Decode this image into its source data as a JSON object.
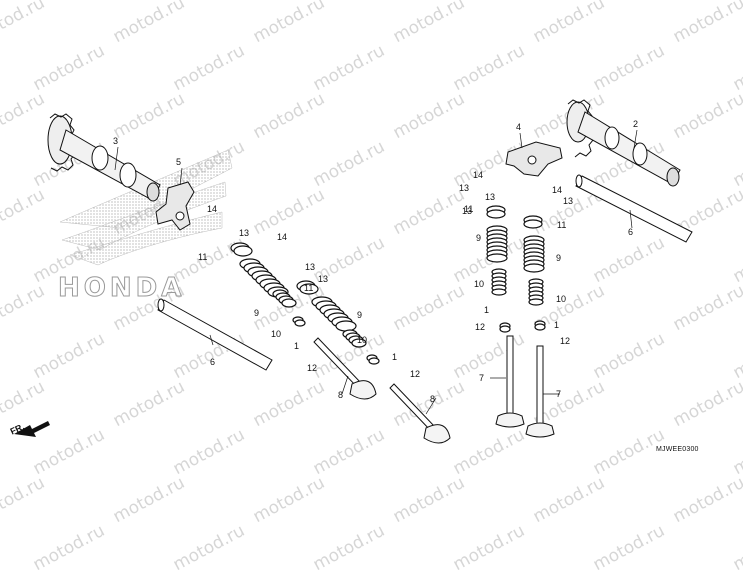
{
  "watermark": "motod.ru",
  "logo_text": "HONDA",
  "direction_label": "FR.",
  "diagram_code": "MJWEE0300",
  "callouts": {
    "c1": "1",
    "c2": "2",
    "c3": "3",
    "c4": "4",
    "c5": "5",
    "c6": "6",
    "c7": "7",
    "c8": "8",
    "c9": "9",
    "c10": "10",
    "c11": "11",
    "c12": "12",
    "c13": "13",
    "c14": "14"
  },
  "colors": {
    "line": "#111111",
    "watermark": "#d6d6d6",
    "logo": "#9a9a9a"
  }
}
